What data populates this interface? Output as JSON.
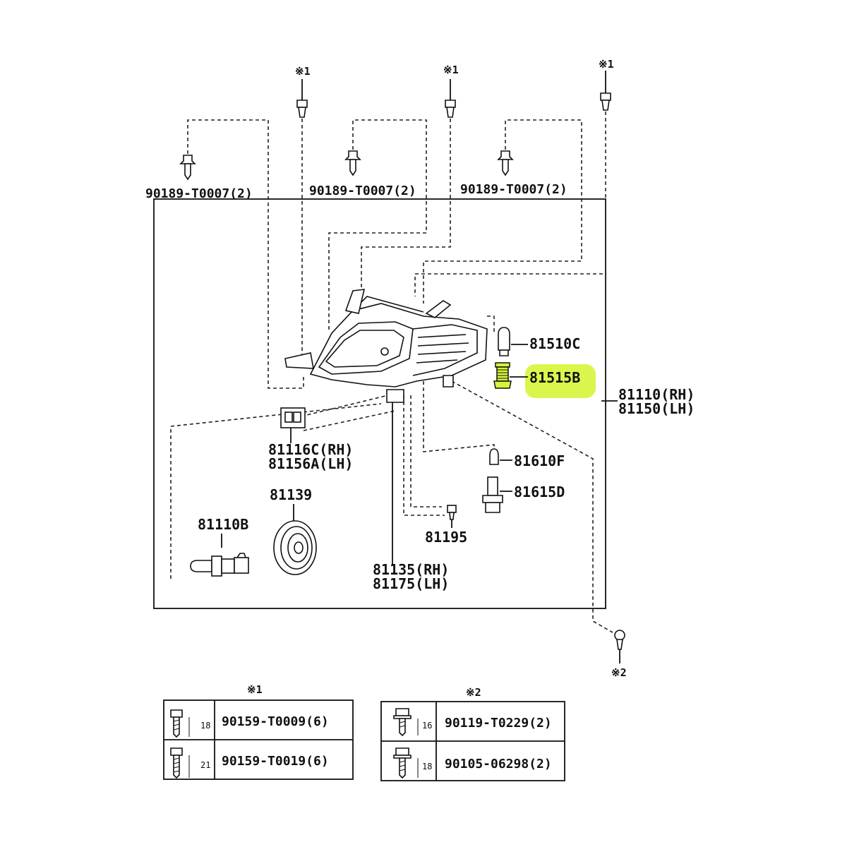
{
  "marks": {
    "top_left": "※1",
    "top_center": "※1",
    "top_right": "※1",
    "bottom_screw": "※2"
  },
  "clips": {
    "left": "90189-T0007(2)",
    "center": "90189-T0007(2)",
    "right": "90189-T0007(2)"
  },
  "parts": {
    "bulb_81510c": "81510C",
    "socket_81515b": "81515B",
    "headlamp_rh": "81110(RH)",
    "headlamp_lh": "81150(LH)",
    "bracket_rh": "81116C(RH)",
    "bracket_lh": "81156A(LH)",
    "cover_81139": "81139",
    "bulb_81110b": "81110B",
    "bulb_81610f": "81610F",
    "socket_81615d": "81615D",
    "screw_81195": "81195",
    "unit_rh": "81135(RH)",
    "unit_lh": "81175(LH)"
  },
  "highlight_color": "#d6f53a",
  "table1": {
    "header": "※1",
    "rows": [
      {
        "dim": "18",
        "part": "90159-T0009(6)"
      },
      {
        "dim": "21",
        "part": "90159-T0019(6)"
      }
    ]
  },
  "table2": {
    "header": "※2",
    "rows": [
      {
        "dim": "16",
        "part": "90119-T0229(2)"
      },
      {
        "dim": "18",
        "part": "90105-06298(2)"
      }
    ]
  }
}
